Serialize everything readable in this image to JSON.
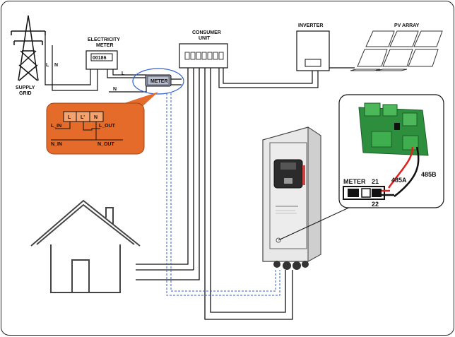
{
  "supply_grid": {
    "label_line1": "SUPPLY",
    "label_line2": "GRID",
    "wire_l": "L",
    "wire_n": "N"
  },
  "electricity_meter": {
    "label_line1": "ELECTRICITY",
    "label_line2": "METER",
    "reading": "00186",
    "wire_l": "L",
    "wire_n": "N"
  },
  "meter_box": {
    "label": "METER"
  },
  "consumer_unit": {
    "label_line1": "CONSUMER",
    "label_line2": "UNIT"
  },
  "inverter": {
    "label": "INVERTER"
  },
  "pv_array": {
    "label": "PV ARRAY"
  },
  "callout": {
    "terminals": [
      "L",
      "L'",
      "N"
    ],
    "l_in": "L_IN",
    "l_out": "L_OUT",
    "n_in": "N_IN",
    "n_out": "N_OUT",
    "color": "#e46b2a"
  },
  "wiring": {
    "meter_label": "METER",
    "terminal_21": "21",
    "terminal_22": "22",
    "label_485a": "485A",
    "label_485b": "485B",
    "wire_a_color": "#e02020",
    "wire_b_color": "#111111"
  },
  "comm_cable_color": "#2a5fd8"
}
